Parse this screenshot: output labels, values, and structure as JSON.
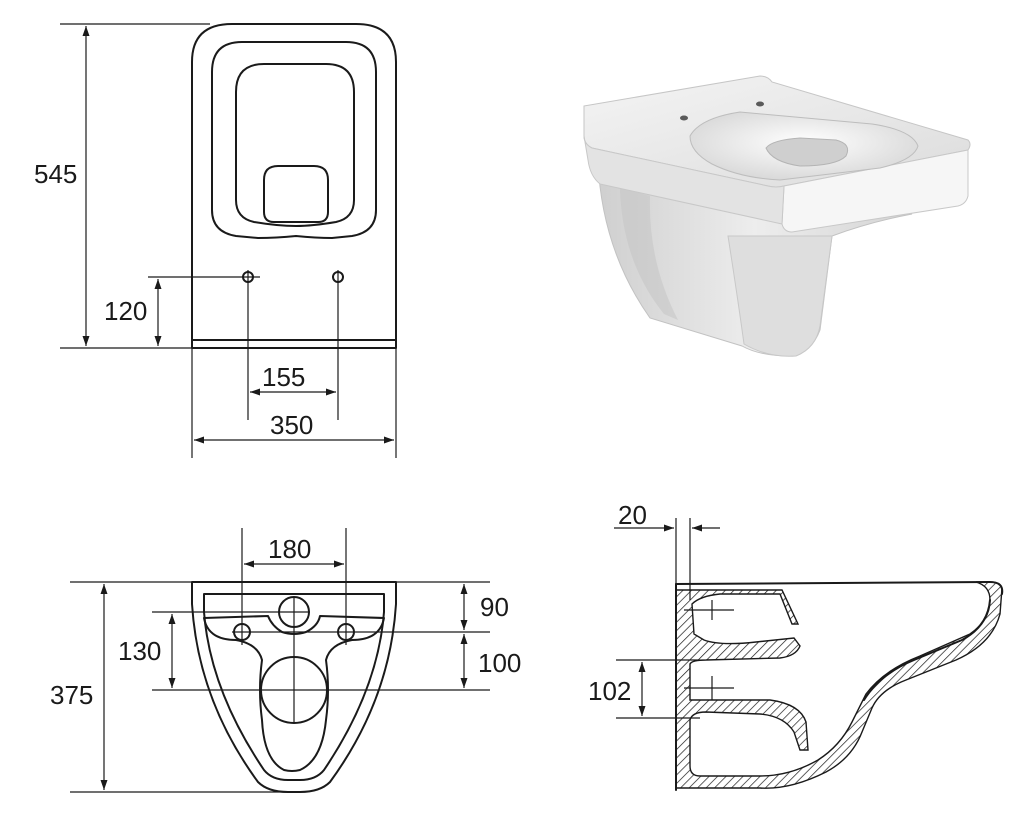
{
  "dimensions": {
    "height_top": "545",
    "hole_height": "120",
    "hole_spacing": "155",
    "total_width": "350",
    "front_hole_spacing": "180",
    "rear_depth": "90",
    "drain_offset": "100",
    "bolt_to_drain": "130",
    "total_depth": "375",
    "wall_thickness": "20",
    "outlet_height": "102"
  }
}
